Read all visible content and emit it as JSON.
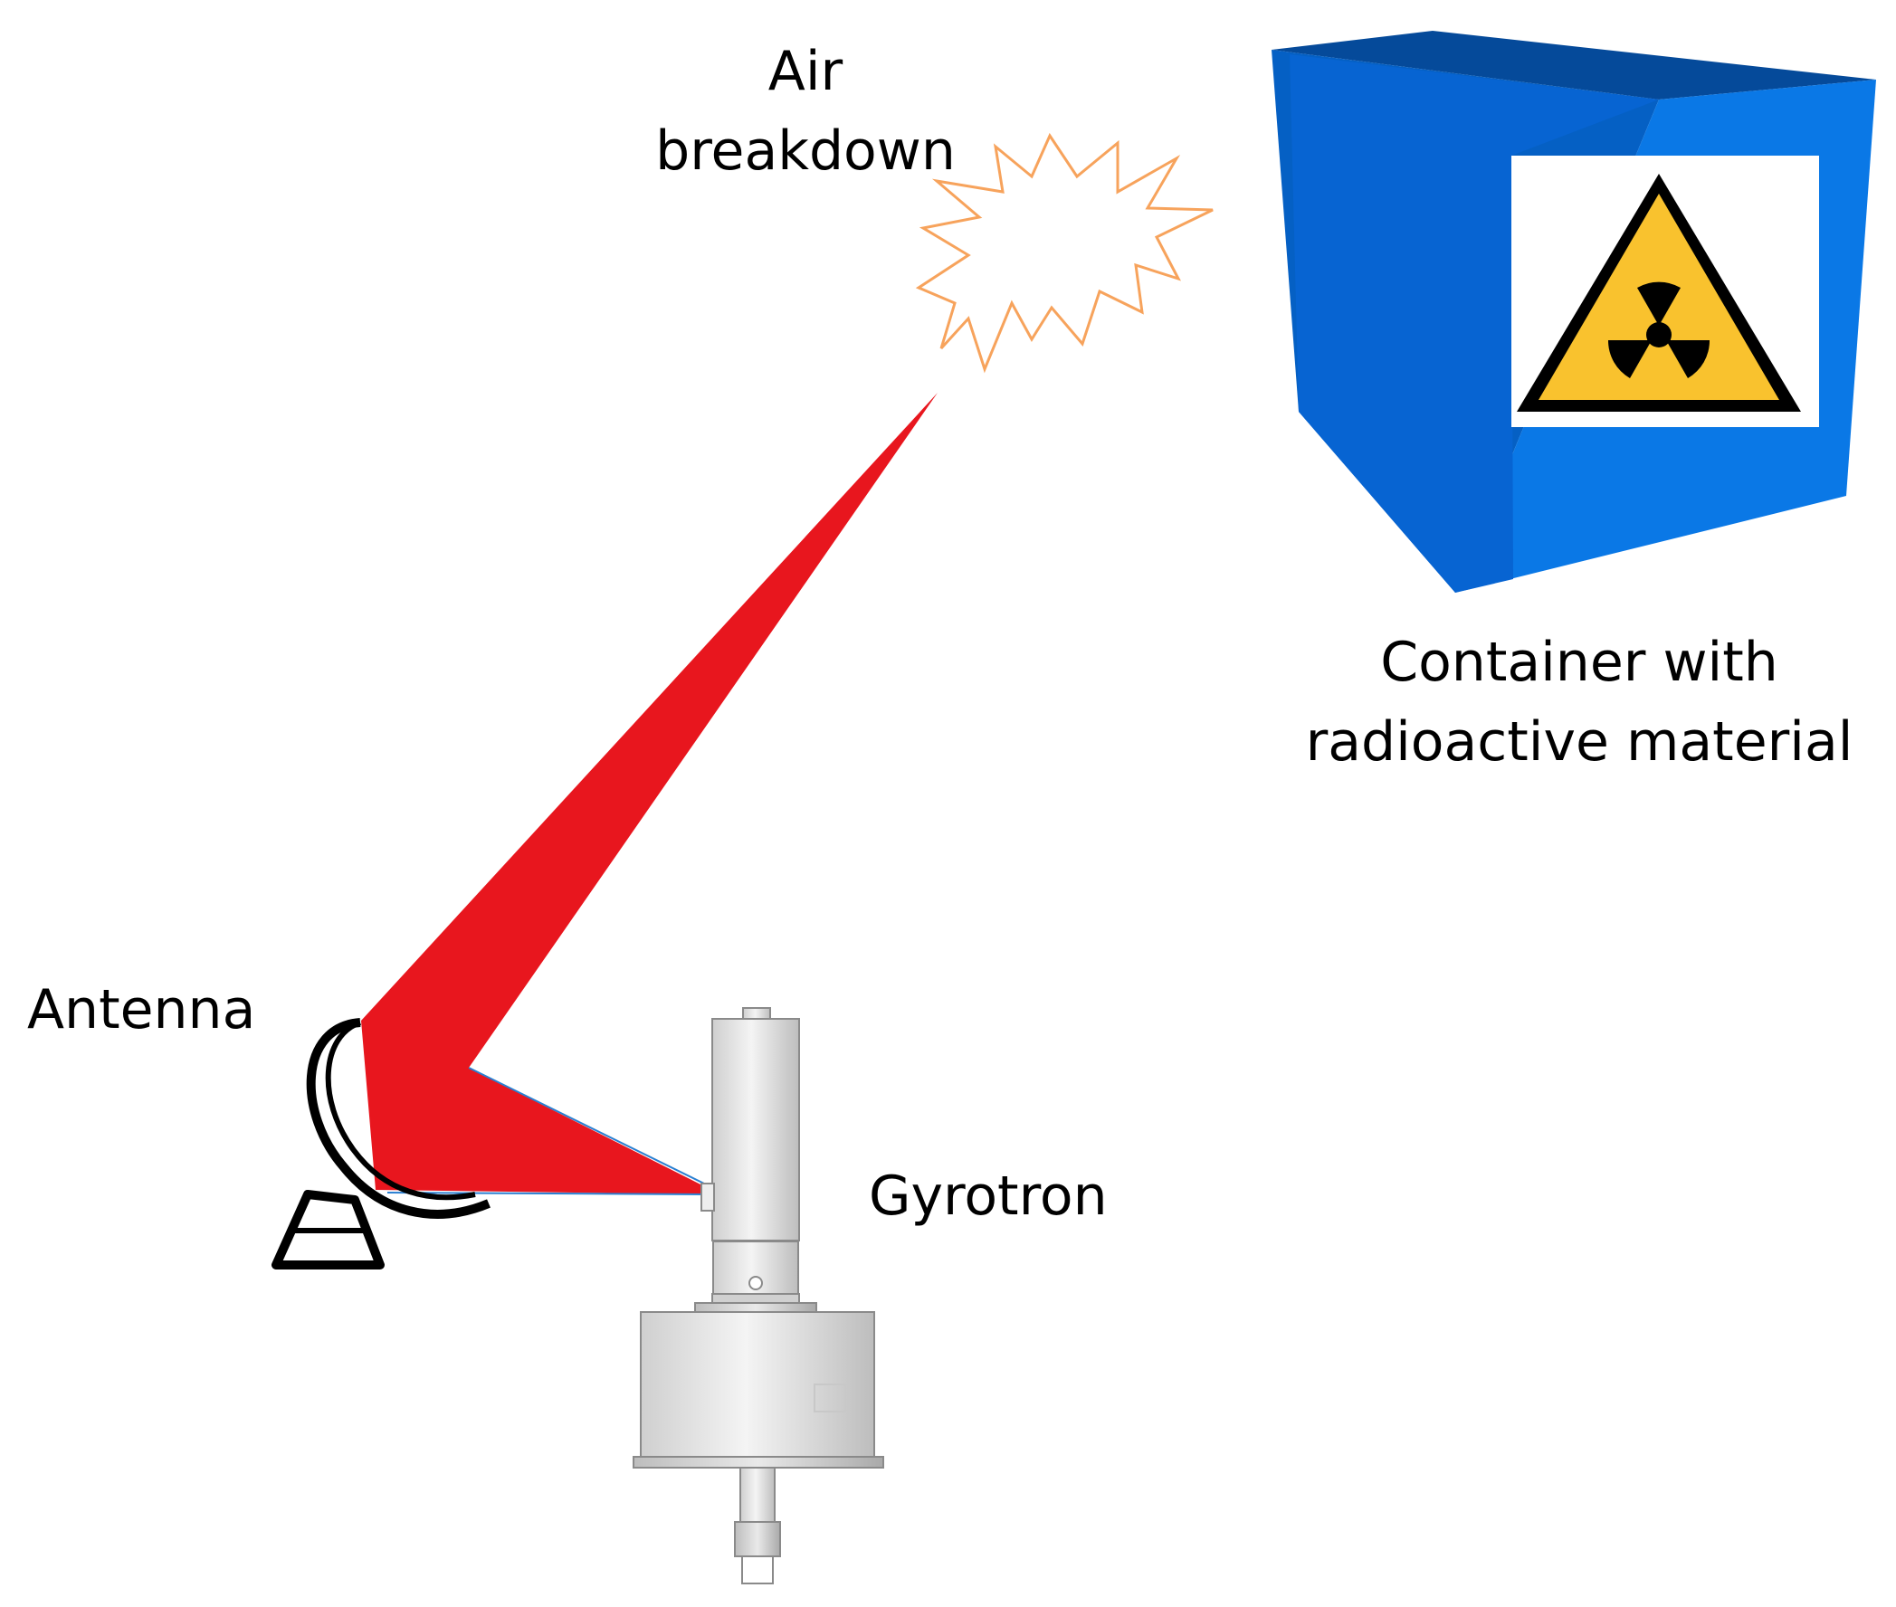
{
  "labels": {
    "air_breakdown": [
      "Air",
      "breakdown"
    ],
    "container": [
      "Container with",
      "radioactive material"
    ],
    "antenna": "Antenna",
    "gyrotron": "Gyrotron"
  },
  "icons": {
    "container": "cube-box-icon",
    "hazard": "radiation-warning-icon",
    "breakdown": "spark-burst-icon",
    "antenna": "satellite-dish-icon",
    "gyrotron": "gyrotron-tube-icon",
    "beam": "microwave-beam"
  },
  "colors": {
    "beam": "#e8161e",
    "cube_front": "#0a78e6",
    "cube_side": "#0560c4",
    "cube_top": "#054a9a",
    "hazard_fill": "#f9c22e",
    "spark_stroke": "#f7a35c"
  }
}
